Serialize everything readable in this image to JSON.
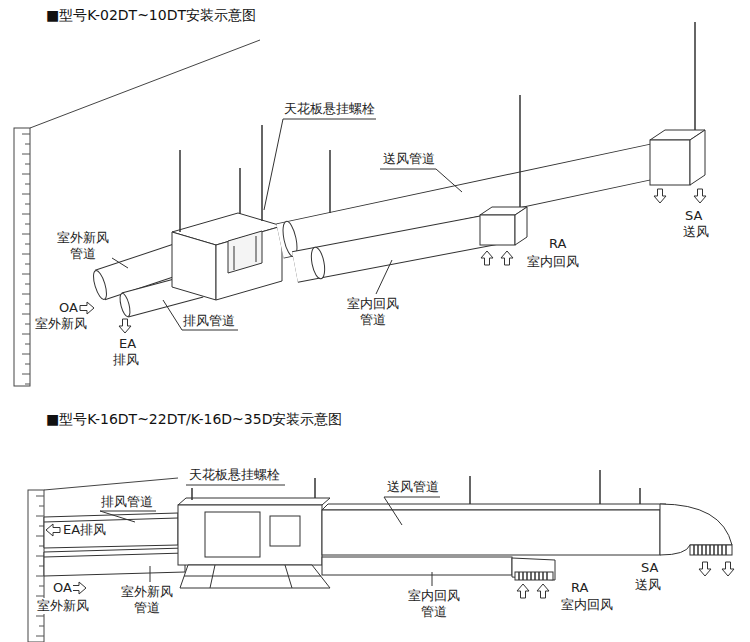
{
  "diagram": {
    "labels": [
      "■型号K-02DT~10DT安装示意图",
      "天花板悬挂螺栓",
      "送风管道",
      "室外新风 管道",
      "OA",
      "室外新风",
      "排风管道",
      "EA",
      "排风",
      "室内回风 管道",
      "RA",
      "室内回风",
      "SA",
      "送风",
      "■型号K-16DT~22DT/K-16D~35D安装示意图",
      "天花板悬挂螺栓",
      "送风管道",
      "排风管道",
      "EA排风",
      "OA",
      "室外新风",
      "室外新风 管道",
      "室内回风 管道",
      "RA",
      "室内回风",
      "SA",
      "送风"
    ]
  }
}
